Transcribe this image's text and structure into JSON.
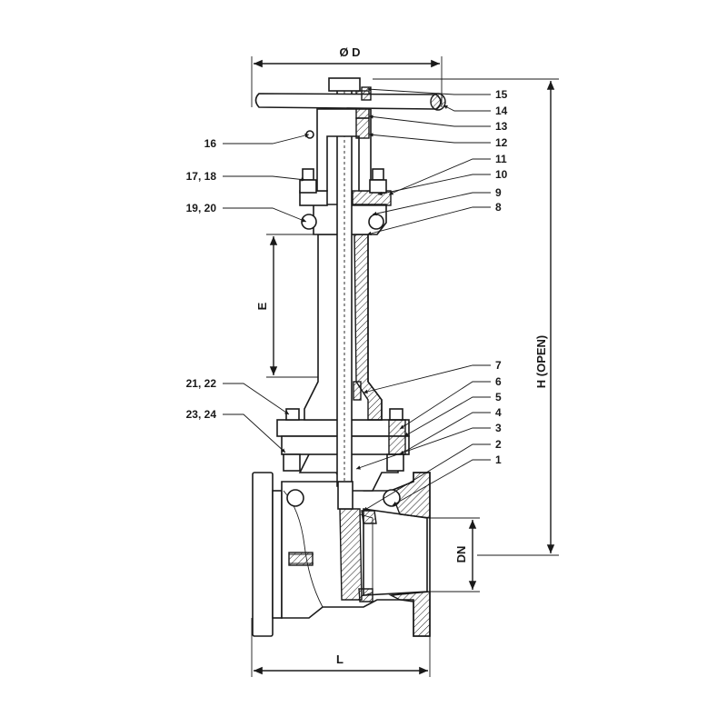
{
  "dimensions": {
    "diameter": "Ø D",
    "length": "L",
    "height_open": "H (OPEN)",
    "stroke": "E",
    "nominal_size": "DN"
  },
  "callouts": [
    {
      "id": "c15",
      "label": "15"
    },
    {
      "id": "c14",
      "label": "14"
    },
    {
      "id": "c13",
      "label": "13"
    },
    {
      "id": "c12",
      "label": "12"
    },
    {
      "id": "c16",
      "label": "16"
    },
    {
      "id": "c11",
      "label": "11"
    },
    {
      "id": "c10",
      "label": "10"
    },
    {
      "id": "c17_18",
      "label": "17, 18"
    },
    {
      "id": "c9",
      "label": "9"
    },
    {
      "id": "c19_20",
      "label": "19, 20"
    },
    {
      "id": "c8",
      "label": "8"
    },
    {
      "id": "c7",
      "label": "7"
    },
    {
      "id": "c21_22",
      "label": "21, 22"
    },
    {
      "id": "c6",
      "label": "6"
    },
    {
      "id": "c5",
      "label": "5"
    },
    {
      "id": "c23_24",
      "label": "23, 24"
    },
    {
      "id": "c4",
      "label": "4"
    },
    {
      "id": "c3",
      "label": "3"
    },
    {
      "id": "c2",
      "label": "2"
    },
    {
      "id": "c1",
      "label": "1"
    }
  ]
}
